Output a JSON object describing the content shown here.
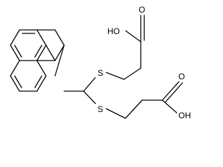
{
  "molecule": {
    "atoms": {
      "carboxyl_top_oxygen": "O",
      "carboxyl_top_hydroxyl": "HO",
      "sulfur_upper": "S",
      "sulfur_lower": "S",
      "carboxyl_bottom_oxygen": "O",
      "carboxyl_bottom_hydroxyl": "OH"
    }
  }
}
